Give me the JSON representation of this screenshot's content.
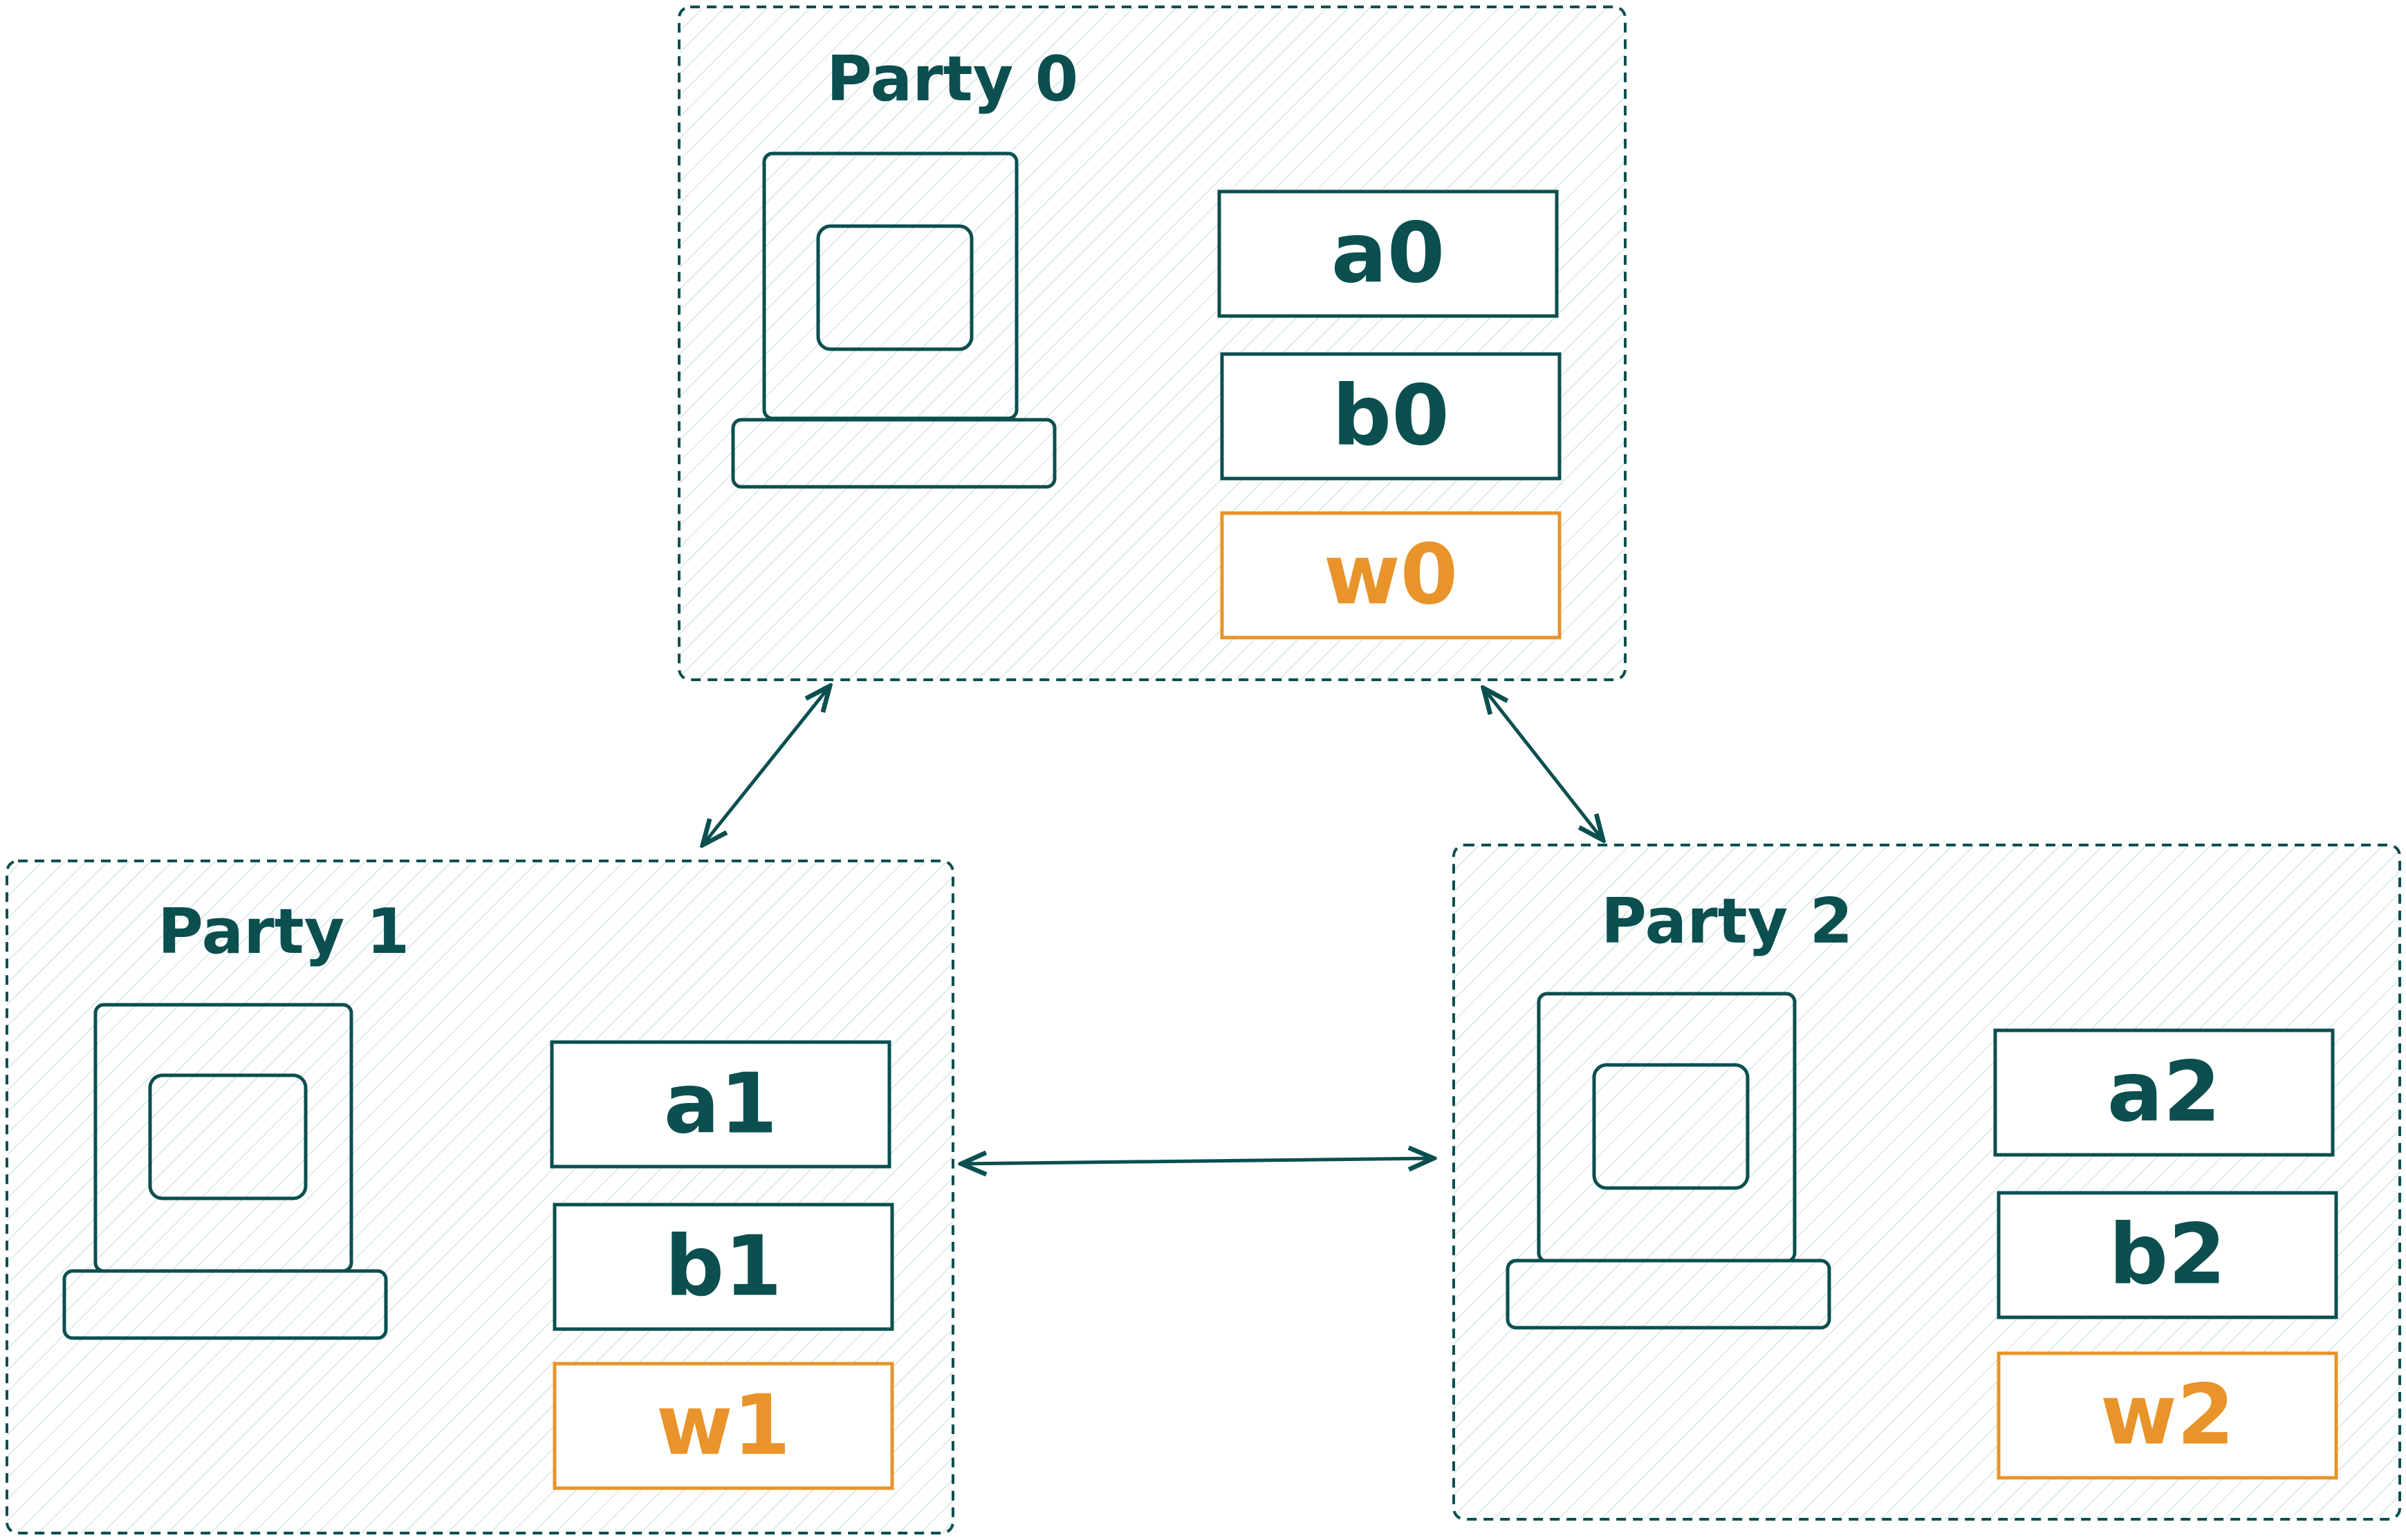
{
  "colors": {
    "ink": "#0b4f4f",
    "accent": "#e8942a",
    "hatch": "#d5e6e6"
  },
  "parties": [
    {
      "title": "Party 0",
      "icon": "computer-icon",
      "shares": [
        {
          "label": "a0",
          "color": "#0b4f4f"
        },
        {
          "label": "b0",
          "color": "#0b4f4f"
        },
        {
          "label": "w0",
          "color": "#e8942a"
        }
      ]
    },
    {
      "title": "Party 1",
      "icon": "computer-icon",
      "shares": [
        {
          "label": "a1",
          "color": "#0b4f4f"
        },
        {
          "label": "b1",
          "color": "#0b4f4f"
        },
        {
          "label": "w1",
          "color": "#e8942a"
        }
      ]
    },
    {
      "title": "Party 2",
      "icon": "computer-icon",
      "shares": [
        {
          "label": "a2",
          "color": "#0b4f4f"
        },
        {
          "label": "b2",
          "color": "#0b4f4f"
        },
        {
          "label": "w2",
          "color": "#e8942a"
        }
      ]
    }
  ],
  "connections": [
    {
      "from": "Party 0",
      "to": "Party 1",
      "direction": "bidirectional"
    },
    {
      "from": "Party 0",
      "to": "Party 2",
      "direction": "bidirectional"
    },
    {
      "from": "Party 1",
      "to": "Party 2",
      "direction": "bidirectional"
    }
  ]
}
